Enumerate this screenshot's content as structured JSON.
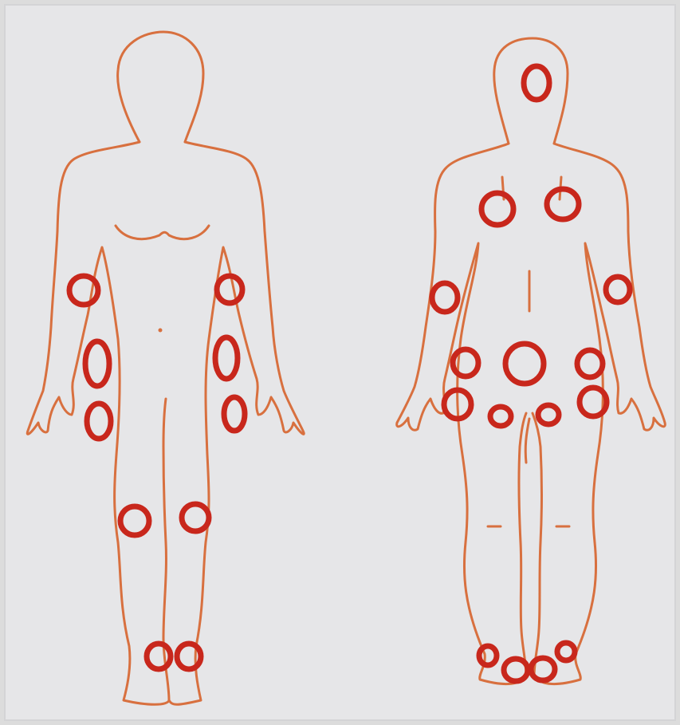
{
  "colors": {
    "paper": "#e6e6e8",
    "border": "#d4d4d6",
    "outline": "#d8703f",
    "marker": "#c8271c"
  },
  "figures": [
    {
      "name": "front-view",
      "marks": [
        {
          "name": "right-elbow-front-mark"
        },
        {
          "name": "left-elbow-front-mark"
        },
        {
          "name": "right-wrist-front-mark"
        },
        {
          "name": "left-wrist-front-mark"
        },
        {
          "name": "right-hand-front-mark"
        },
        {
          "name": "left-hand-front-mark"
        },
        {
          "name": "right-knee-front-mark"
        },
        {
          "name": "left-knee-front-mark"
        },
        {
          "name": "right-ankle-front-mark"
        },
        {
          "name": "left-ankle-front-mark"
        }
      ]
    },
    {
      "name": "back-view",
      "marks": [
        {
          "name": "occiput-mark"
        },
        {
          "name": "right-shoulder-blade-mark"
        },
        {
          "name": "left-shoulder-blade-mark"
        },
        {
          "name": "right-elbow-back-mark"
        },
        {
          "name": "left-elbow-back-mark"
        },
        {
          "name": "sacrum-mark"
        },
        {
          "name": "right-forearm-back-mark"
        },
        {
          "name": "left-forearm-back-mark"
        },
        {
          "name": "right-hand-back-mark"
        },
        {
          "name": "left-hand-back-mark"
        },
        {
          "name": "right-buttock-mark"
        },
        {
          "name": "left-buttock-mark"
        },
        {
          "name": "right-outer-heel-mark"
        },
        {
          "name": "right-inner-heel-mark"
        },
        {
          "name": "left-inner-heel-mark"
        },
        {
          "name": "left-outer-heel-mark"
        }
      ]
    }
  ]
}
